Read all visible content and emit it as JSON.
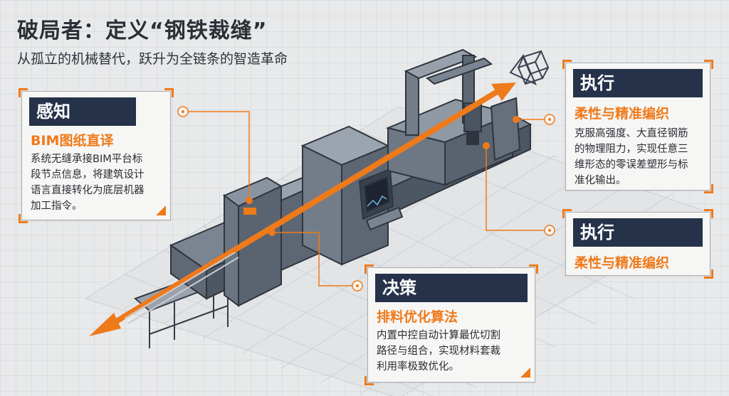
{
  "header": {
    "title": "破局者：定义“钢铁裁缝”",
    "subtitle": "从孤立的机械替代，跃升为全链条的智造革命"
  },
  "cards": {
    "perception": {
      "heading": "感知",
      "subheading": "BIM图纸直译",
      "body_lines": [
        "系统无缝承接BIM平台标",
        "段节点信息，将建筑设计",
        "语言直接转化为底层机器",
        "加工指令。"
      ]
    },
    "decision": {
      "heading": "决策",
      "subheading": "排料优化算法",
      "body_lines": [
        "内置中控自动计算最优切割",
        "路径与组合，实现材料套裁",
        "利用率极致优化。"
      ]
    },
    "execution1": {
      "heading": "执行",
      "subheading": "柔性与精准编织",
      "body_lines": [
        "克服高强度、大直径钢筋",
        "的物理阻力，实现任意三",
        "维形态的零误差塑形与标",
        "准化输出。"
      ]
    },
    "execution2": {
      "heading": "执行",
      "subheading": "柔性与精准编织"
    }
  },
  "colors": {
    "navy": "#26324a",
    "orange": "#ef7a1a",
    "machine": "#5d6774",
    "machine_dark": "#3b434e",
    "panel_bg": "#f6f6f5"
  },
  "icons": [
    "machine-illustration",
    "rebar-cage-icon",
    "connector-dot-icon",
    "flow-arrow-icon"
  ]
}
